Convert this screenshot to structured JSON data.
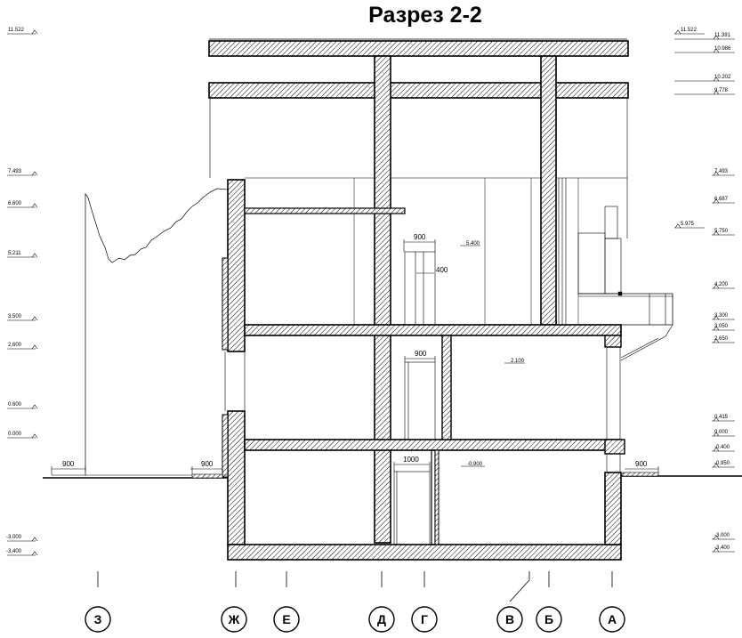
{
  "title": "Разрез 2-2",
  "levels_left": [
    "11.522",
    "7.493",
    "6.600",
    "5.211",
    "3.500",
    "2.600",
    "0.600",
    "0.000",
    "-3.000",
    "-3.400"
  ],
  "levels_right": [
    "11.522",
    "11.391",
    "10.986",
    "10.202",
    "9.778",
    "7.493",
    "6.687",
    "5.975",
    "5.750",
    "4.200",
    "3.300",
    "3.050",
    "2.650",
    "0.415",
    "0.000",
    "-0.400",
    "-0.950",
    "-3.000",
    "-3.400"
  ],
  "dimensions": {
    "left_ground": "900",
    "left_wall": "900",
    "upper_window_width": "900",
    "upper_door_height": "400",
    "upper_level": "5.400",
    "middle_door_width": "900",
    "middle_level": "2.100",
    "lower_door_width": "1000",
    "lower_level": "-0.900",
    "right_ground": "900"
  },
  "axes": [
    "З",
    "Ж",
    "Е",
    "Д",
    "Г",
    "В",
    "Б",
    "А"
  ]
}
